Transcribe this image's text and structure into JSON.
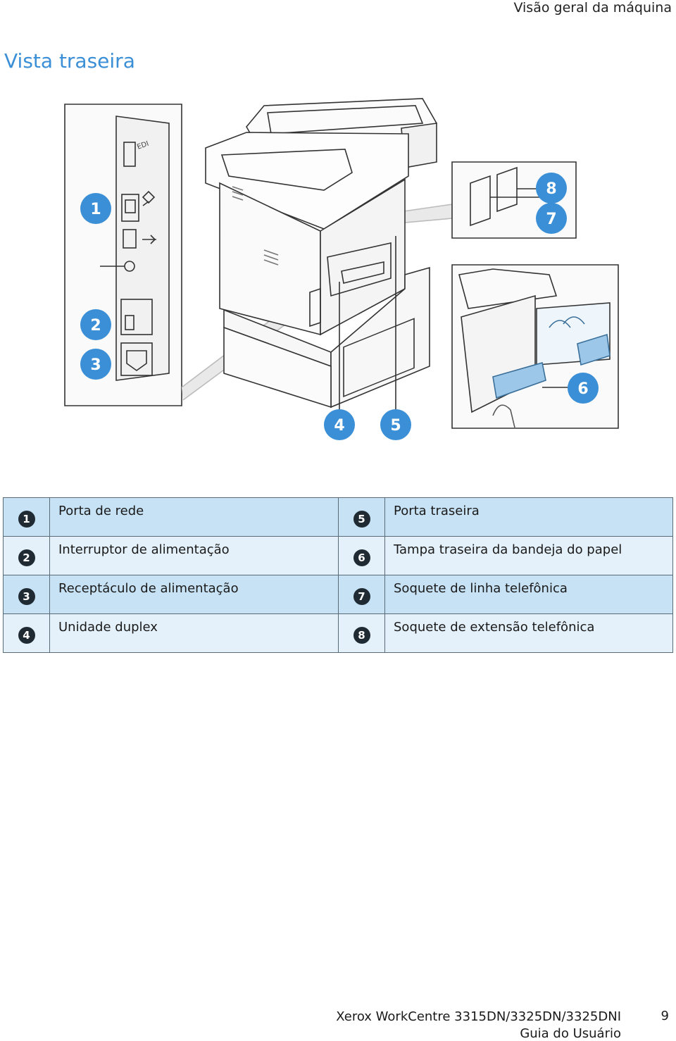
{
  "header": {
    "section": "Visão geral da máquina"
  },
  "title": "Vista traseira",
  "figure": {
    "callouts": [
      "1",
      "2",
      "3",
      "4",
      "5",
      "6",
      "7",
      "8"
    ],
    "panel_labels": {
      "port": "EDI"
    }
  },
  "legend": {
    "rows": [
      {
        "n1": "1",
        "t1": "Porta de rede",
        "n2": "5",
        "t2": "Porta traseira"
      },
      {
        "n1": "2",
        "t1": "Interruptor de alimentação",
        "n2": "6",
        "t2": "Tampa traseira da bandeja do papel"
      },
      {
        "n1": "3",
        "t1": "Receptáculo de alimentação",
        "n2": "7",
        "t2": "Soquete de linha telefônica"
      },
      {
        "n1": "4",
        "t1": "Unidade duplex",
        "n2": "8",
        "t2": "Soquete de extensão telefônica"
      }
    ]
  },
  "footer": {
    "product": "Xerox WorkCentre 3315DN/3325DN/3325DNI",
    "guide": "Guia do Usuário",
    "page": "9"
  },
  "colors": {
    "accent": "#3a8fd6",
    "row_dark": "#c7e2f4",
    "row_light": "#e4f1fa",
    "badge": "#1f2a33"
  }
}
